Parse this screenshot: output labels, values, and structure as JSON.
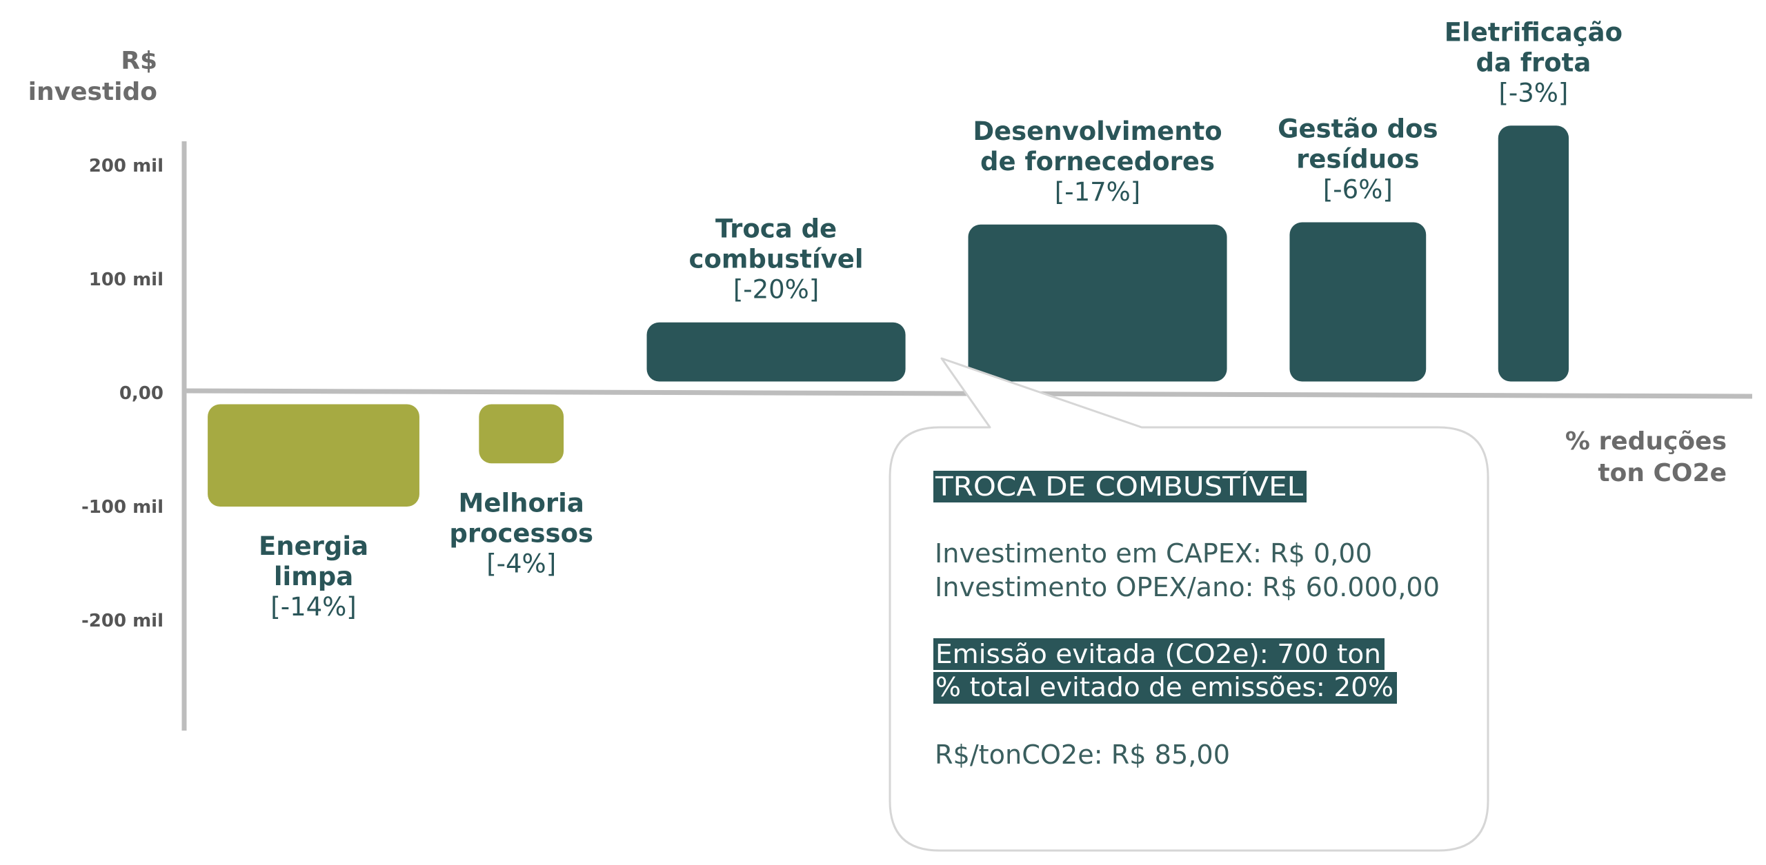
{
  "chart_data": {
    "type": "bar",
    "y_axis_title": [
      "R$",
      "investido"
    ],
    "x_axis_title": [
      "% reduções",
      "ton CO2e"
    ],
    "y_ticks": [
      {
        "value": 200000,
        "label": "200 mil"
      },
      {
        "value": 100000,
        "label": "100 mil"
      },
      {
        "value": 0,
        "label": "0,00"
      },
      {
        "value": -100000,
        "label": "-100 mil"
      },
      {
        "value": -200000,
        "label": "-200 mil"
      }
    ],
    "ylim": [
      -300000,
      220000
    ],
    "x_axis_note": "x axis is the cumulative % reduction of ton CO2e; bar width = % reduction",
    "series_colors": {
      "negative": "#a6aa42",
      "positive": "#2a5558"
    },
    "bars": [
      {
        "title": [
          "Energia",
          "limpa"
        ],
        "pct_label": "[-14%]",
        "reduction_pct": 14,
        "low": -100000,
        "high": -10000,
        "x_start": 1.5,
        "x_end": 15.0
      },
      {
        "title": [
          "Melhoria",
          "processos"
        ],
        "pct_label": "[-4%]",
        "reduction_pct": 4,
        "low": -62000,
        "high": -10000,
        "x_start": 18.8,
        "x_end": 24.2
      },
      {
        "title": [
          "Troca de",
          "combustível"
        ],
        "pct_label": "[-20%]",
        "reduction_pct": 20,
        "low": 10000,
        "high": 62000,
        "x_start": 29.5,
        "x_end": 46.0
      },
      {
        "title": [
          "Desenvolvimento",
          "de fornecedores"
        ],
        "pct_label": "[-17%]",
        "reduction_pct": 17,
        "low": 10000,
        "high": 148000,
        "x_start": 50.0,
        "x_end": 66.5
      },
      {
        "title": [
          "Gestão dos",
          "resíduos"
        ],
        "pct_label": "[-6%]",
        "reduction_pct": 6,
        "low": 10000,
        "high": 150000,
        "x_start": 70.5,
        "x_end": 79.2
      },
      {
        "title": [
          "Eletrificação",
          "da frota"
        ],
        "pct_label": "[-3%]",
        "reduction_pct": 3,
        "low": 10000,
        "high": 235000,
        "x_start": 83.8,
        "x_end": 88.3
      }
    ],
    "tooltip": {
      "target": "Troca de combustível",
      "heading": "TROCA DE COMBUSTÍVEL",
      "lines": [
        "Investimento em CAPEX: R$ 0,00",
        "Investimento OPEX/ano: R$ 60.000,00"
      ],
      "highlights": [
        "Emissão evitada (CO2e): 700 ton",
        "% total evitado de emissões: 20%"
      ],
      "footer": "R$/tonCO2e: R$ 85,00"
    }
  }
}
